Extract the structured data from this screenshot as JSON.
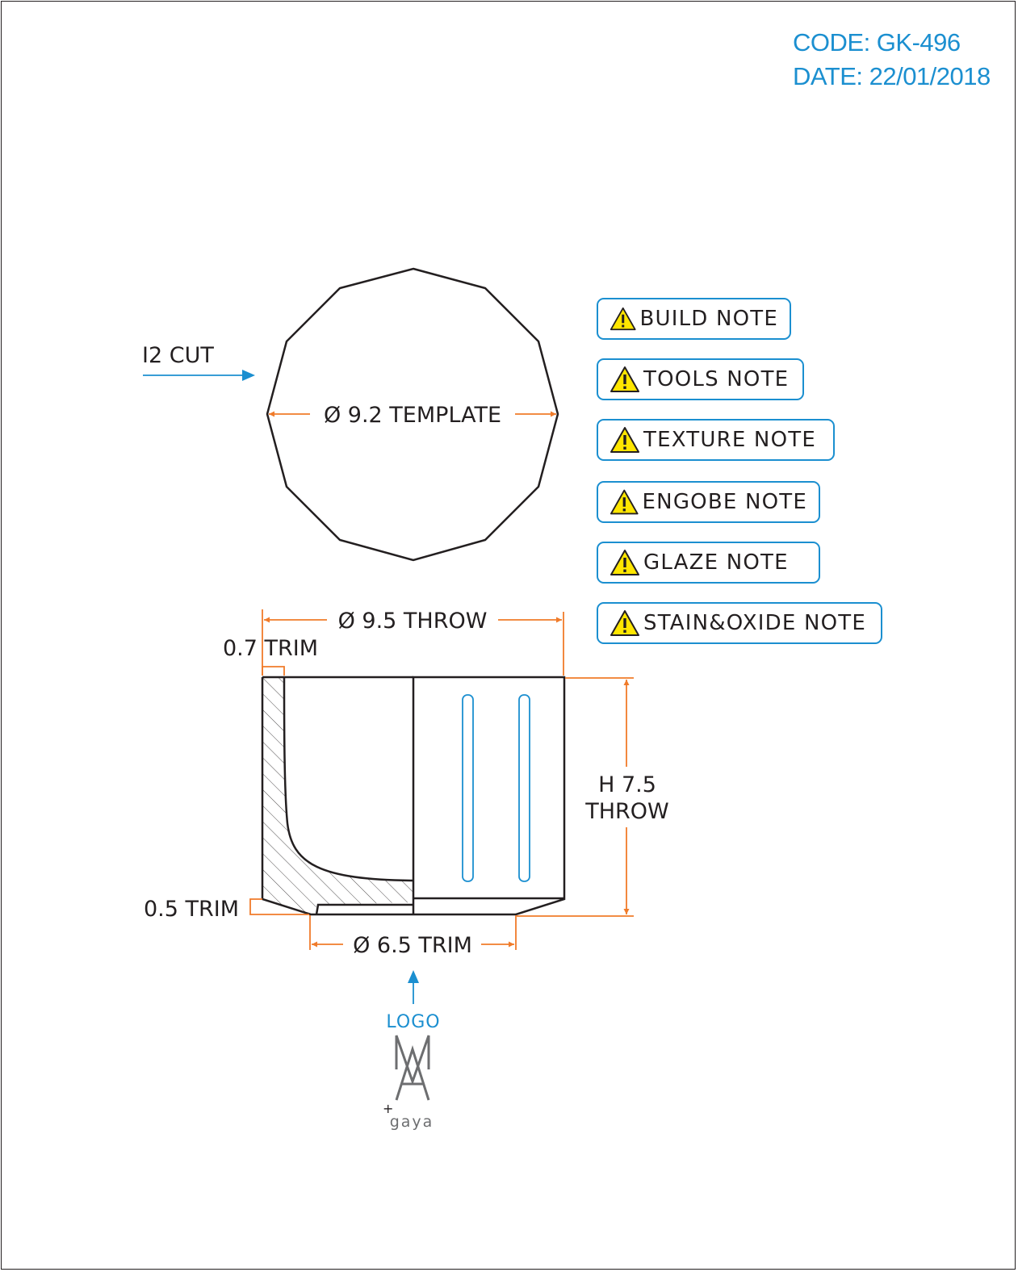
{
  "header": {
    "code": "CODE: GK-496",
    "date": "DATE: 22/01/2018"
  },
  "template_view": {
    "cut_label": "I2 CUT",
    "diameter_label": "Ø 9.2 TEMPLATE"
  },
  "section_view": {
    "throw_diameter_label": "Ø 9.5 THROW",
    "top_trim_label": "0.7 TRIM",
    "bottom_trim_label": "0.5 TRIM",
    "foot_diameter_label": "Ø 6.5 TRIM",
    "height_label_line1": "H 7.5",
    "height_label_line2": "THROW"
  },
  "logo": {
    "pointer_label": "LOGO",
    "mark_letters": "MA",
    "sub_text": "gaya",
    "plus": "+"
  },
  "notes": [
    {
      "label": "BUILD NOTE",
      "icon": "warning-icon"
    },
    {
      "label": "TOOLS NOTE",
      "icon": "warning-icon"
    },
    {
      "label": "TEXTURE NOTE",
      "icon": "warning-icon"
    },
    {
      "label": "ENGOBE NOTE",
      "icon": "warning-icon"
    },
    {
      "label": "GLAZE NOTE",
      "icon": "warning-icon"
    },
    {
      "label": "STAIN&OXIDE NOTE",
      "icon": "warning-icon"
    }
  ],
  "colors": {
    "accent_blue": "#1b8fd0",
    "dimension_orange": "#f07b2a",
    "line_dark": "#231f20",
    "warning_yellow": "#ffe600"
  }
}
